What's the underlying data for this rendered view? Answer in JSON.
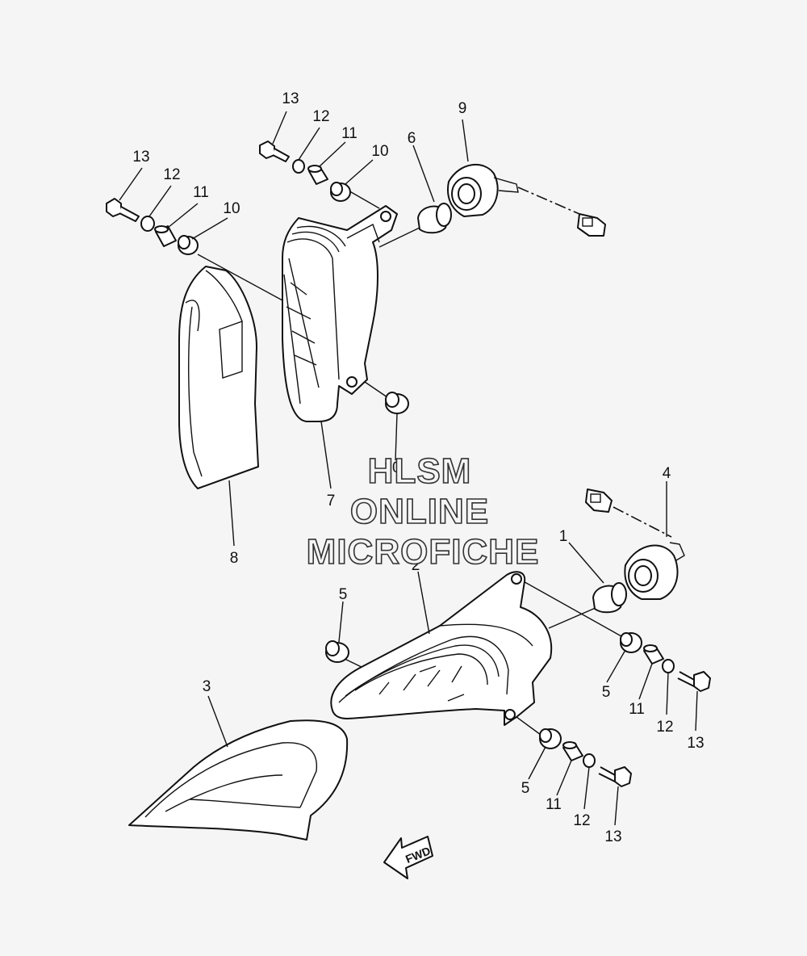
{
  "watermark": {
    "lines": [
      "HLSM",
      "ONLINE",
      "MICROFICHE"
    ]
  },
  "direction_indicator": {
    "label": "FWD"
  },
  "callouts": {
    "c13a": "13",
    "c12a": "12",
    "c11a": "11",
    "c10a": "10",
    "c13b": "13",
    "c12b": "12",
    "c11b": "11",
    "c10b": "10",
    "c6": "6",
    "c9": "9",
    "c10c": "10",
    "c7": "7",
    "c8": "8",
    "c4": "4",
    "c1": "1",
    "c2": "2",
    "c5a": "5",
    "c3": "3",
    "c5b": "5",
    "c11c": "11",
    "c12c": "12",
    "c13c": "13",
    "c5c": "5",
    "c11d": "11",
    "c12d": "12",
    "c13d": "13"
  }
}
